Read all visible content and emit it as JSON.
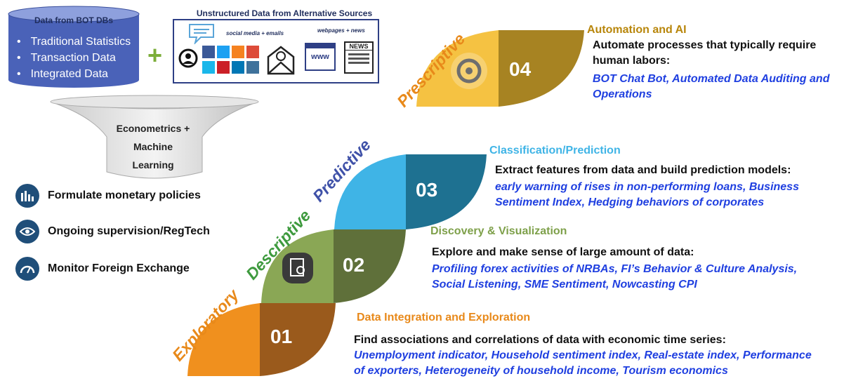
{
  "sources": {
    "bot_title": "Data from BOT DBs",
    "bot_items": [
      "Traditional Statistics",
      "Transaction Data",
      "Integrated Data"
    ],
    "plus": "+",
    "alt_title": "Unstructured Data from Alternative Sources",
    "social_label": "social media + emails",
    "web_label": "webpages + news",
    "www_text": "www",
    "news_text": "NEWS"
  },
  "funnel": {
    "line1": "Econometrics +",
    "line2": "Machine",
    "line3": "Learning"
  },
  "uses": [
    {
      "label": "Formulate monetary policies",
      "icon": "bar-chart-icon"
    },
    {
      "label": "Ongoing supervision/RegTech",
      "icon": "eye-icon"
    },
    {
      "label": "Monitor Foreign Exchange",
      "icon": "gauge-icon"
    }
  ],
  "stages": [
    {
      "number": "01",
      "label": "Exploratory",
      "color": "#f0901e",
      "dark": "#9a5a1c",
      "title": "Data Integration and Exploration",
      "body": "Find associations and correlations of data with economic time series:",
      "examples": [
        "Unemployment indicator, Household sentiment index, Real-estate index, Performance",
        "of exporters,  Heterogeneity of household income, Tourism economics"
      ]
    },
    {
      "number": "02",
      "label": "Descriptive",
      "color": "#8aa755",
      "dark": "#5f703a",
      "title": "Discovery & Visualization",
      "body": "Explore and make sense of large amount of data:",
      "examples": [
        "Profiling forex activities of NRBAs, FI’s Behavior & Culture Analysis,",
        "Social Listening, SME Sentiment, Nowcasting CPI"
      ]
    },
    {
      "number": "03",
      "label": "Predictive",
      "color": "#3fb4e6",
      "dark": "#1e7191",
      "title": "Classification/Prediction",
      "body": "Extract features from data and build prediction models:",
      "examples": [
        "early warning of rises in non-performing loans, Business",
        "Sentiment Index, Hedging behaviors of corporates"
      ]
    },
    {
      "number": "04",
      "label": "Prescriptive",
      "color": "#f5c242",
      "dark": "#a78322",
      "title": "Automation and AI",
      "body": [
        "Automate processes that typically require",
        "human labors:"
      ],
      "examples": [
        "BOT Chat Bot, Automated Data Auditing and",
        "Operations"
      ]
    }
  ],
  "label_colors": {
    "exploratory": "#e8891a",
    "descriptive": "#3e9a3e",
    "predictive": "#3f51a8",
    "prescriptive": "#e8891a"
  },
  "title_colors": {
    "01": "#e8891a",
    "02": "#7ea04a",
    "03": "#3fb4e6",
    "04": "#b8860b"
  }
}
